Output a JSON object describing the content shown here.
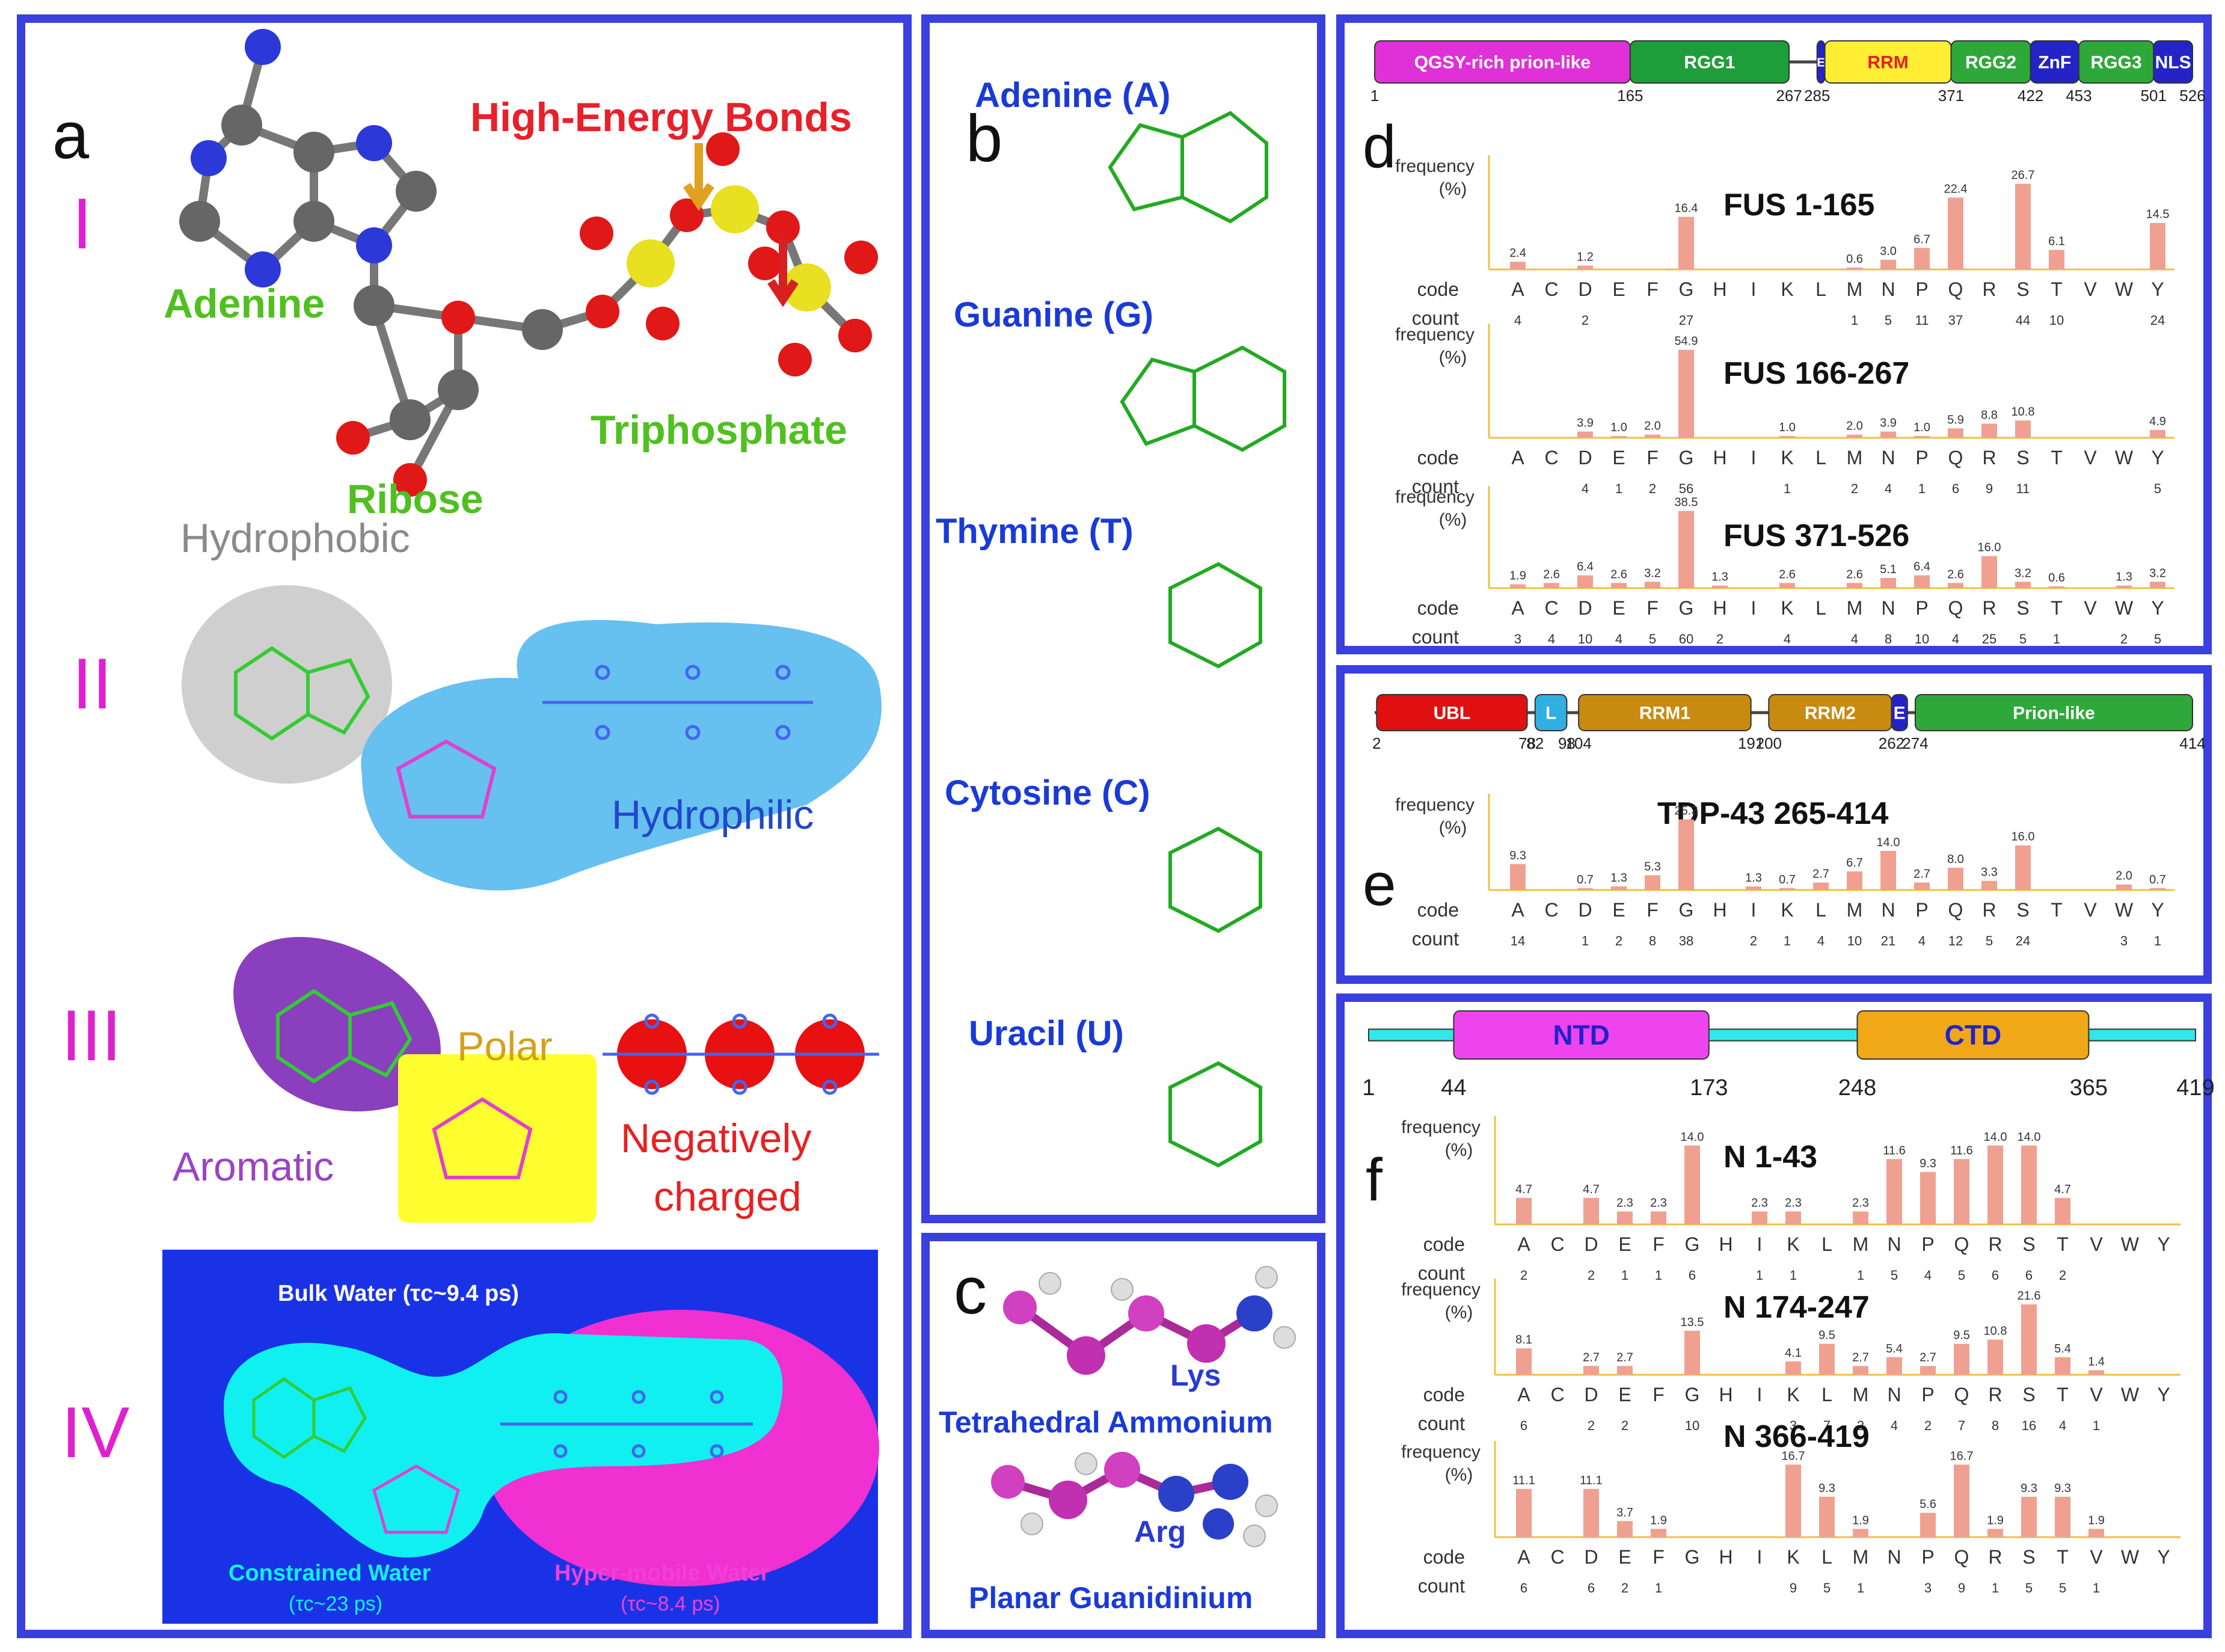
{
  "panel_a": {
    "letter": "a",
    "rows": [
      "I",
      "II",
      "III",
      "IV"
    ],
    "I": {
      "adenine": "Adenine",
      "ribose": "Ribose",
      "triphosphate": "Triphosphate",
      "bonds": "High-Energy Bonds"
    },
    "II": {
      "hydrophobic": "Hydrophobic",
      "hydrophilic": "Hydrophilic"
    },
    "III": {
      "aromatic": "Aromatic",
      "polar": "Polar",
      "negative1": "Negatively",
      "negative2": "charged"
    },
    "IV": {
      "bulk": "Bulk Water (τc~9.4 ps)",
      "constrained": "Constrained Water",
      "constrained_tau": "(τc~23 ps)",
      "hyper": "Hyper-mobile Water",
      "hyper_tau": "(τc~8.4 ps)"
    }
  },
  "panel_b": {
    "letter": "b",
    "bases": [
      "Adenine (A)",
      "Guanine (G)",
      "Thymine (T)",
      "Cytosine (C)",
      "Uracil (U)"
    ]
  },
  "panel_c": {
    "letter": "c",
    "lys": "Lys",
    "lys_desc": "Tetrahedral Ammonium",
    "arg": "Arg",
    "arg_desc": "Planar Guanidinium"
  },
  "amino_codes": [
    "A",
    "C",
    "D",
    "E",
    "F",
    "G",
    "H",
    "I",
    "K",
    "L",
    "M",
    "N",
    "P",
    "Q",
    "R",
    "S",
    "T",
    "V",
    "W",
    "Y"
  ],
  "code_label": "code",
  "count_label": "count",
  "freq_label1": "frequency",
  "freq_label2": "(%)",
  "panel_d": {
    "letter": "d",
    "domains": [
      {
        "name": "QGSY-rich prion-like",
        "color": "#e030d8",
        "start": 1,
        "end": 165
      },
      {
        "name": "RGG1",
        "color": "#1e9e3a",
        "start": 165,
        "end": 267
      },
      {
        "name": "E",
        "color": "#2323c8",
        "start": 285,
        "end": 290
      },
      {
        "name": "RRM",
        "color": "#ffee33",
        "start": 290,
        "end": 371
      },
      {
        "name": "RGG2",
        "color": "#2fa83a",
        "start": 371,
        "end": 422
      },
      {
        "name": "ZnF",
        "color": "#2323c8",
        "start": 422,
        "end": 453
      },
      {
        "name": "RGG3",
        "color": "#2fa83a",
        "start": 453,
        "end": 501
      },
      {
        "name": "NLS",
        "color": "#2323c8",
        "start": 501,
        "end": 526
      }
    ],
    "ticks": [
      "1",
      "165",
      "267",
      "285",
      "371",
      "422",
      "453",
      "501",
      "526"
    ],
    "charts": [
      {
        "title": "FUS 1-165",
        "freq": [
          2.4,
          null,
          1.2,
          null,
          null,
          16.4,
          null,
          null,
          null,
          null,
          0.6,
          3.0,
          6.7,
          22.4,
          null,
          26.7,
          6.1,
          null,
          null,
          14.5
        ],
        "labels": [
          "2.4",
          "",
          "1.2",
          "",
          "",
          "16.4",
          "",
          "",
          "",
          "",
          "0.6",
          "3.0",
          "6.7",
          "22.4",
          "",
          "26.7",
          "6.1",
          "",
          "",
          "14.5"
        ],
        "counts": [
          "4",
          "",
          "2",
          "",
          "",
          "27",
          "",
          "",
          "",
          "",
          "1",
          "5",
          "11",
          "37",
          "",
          "44",
          "10",
          "",
          "",
          "24"
        ]
      },
      {
        "title": "FUS 166-267",
        "freq": [
          null,
          null,
          3.9,
          1.0,
          2.0,
          54.9,
          null,
          null,
          1.0,
          null,
          2.0,
          3.9,
          1.0,
          5.9,
          8.8,
          10.8,
          null,
          null,
          null,
          4.9
        ],
        "labels": [
          "",
          "",
          "3.9",
          "1.0",
          "2.0",
          "54.9",
          "",
          "",
          "1.0",
          "",
          "2.0",
          "3.9",
          "1.0",
          "5.9",
          "8.8",
          "10.8",
          "",
          "",
          "",
          "4.9"
        ],
        "counts": [
          "",
          "",
          "4",
          "1",
          "2",
          "56",
          "",
          "",
          "1",
          "",
          "2",
          "4",
          "1",
          "6",
          "9",
          "11",
          "",
          "",
          "",
          "5"
        ]
      },
      {
        "title": "FUS 371-526",
        "freq": [
          1.9,
          2.6,
          6.4,
          2.6,
          3.2,
          38.5,
          1.3,
          null,
          2.6,
          null,
          2.6,
          5.1,
          6.4,
          2.6,
          16.0,
          3.2,
          0.6,
          null,
          1.3,
          3.2
        ],
        "labels": [
          "1.9",
          "2.6",
          "6.4",
          "2.6",
          "3.2",
          "38.5",
          "1.3",
          "",
          "2.6",
          "",
          "2.6",
          "5.1",
          "6.4",
          "2.6",
          "16.0",
          "3.2",
          "0.6",
          "",
          "1.3",
          "3.2"
        ],
        "counts": [
          "3",
          "4",
          "10",
          "4",
          "5",
          "60",
          "2",
          "",
          "4",
          "",
          "4",
          "8",
          "10",
          "4",
          "25",
          "5",
          "1",
          "",
          "2",
          "5"
        ]
      }
    ]
  },
  "panel_e": {
    "letter": "e",
    "domains": [
      {
        "name": "UBL",
        "color": "#e01010",
        "start": 2,
        "end": 78
      },
      {
        "name": "L",
        "color": "#30b0e0",
        "start": 82,
        "end": 98
      },
      {
        "name": "RRM1",
        "color": "#c88a10",
        "start": 104,
        "end": 191
      },
      {
        "name": "RRM2",
        "color": "#c88a10",
        "start": 200,
        "end": 262
      },
      {
        "name": "E",
        "color": "#2323c8",
        "start": 262,
        "end": 270
      },
      {
        "name": "Prion-like",
        "color": "#2fa83a",
        "start": 274,
        "end": 414
      }
    ],
    "ticks": [
      "2",
      "78",
      "82",
      "98",
      "104",
      "191",
      "200",
      "262",
      "274",
      "414"
    ],
    "charts": [
      {
        "title": "TDP-43 265-414",
        "freq": [
          9.3,
          null,
          0.7,
          1.3,
          5.3,
          25.3,
          null,
          1.3,
          0.7,
          2.7,
          6.7,
          14.0,
          2.7,
          8.0,
          3.3,
          16.0,
          null,
          null,
          2.0,
          0.7
        ],
        "labels": [
          "9.3",
          "",
          "0.7",
          "1.3",
          "5.3",
          "25.3",
          "",
          "1.3",
          "0.7",
          "2.7",
          "6.7",
          "14.0",
          "2.7",
          "8.0",
          "3.3",
          "16.0",
          "",
          "",
          "2.0",
          "0.7"
        ],
        "counts": [
          "14",
          "",
          "1",
          "2",
          "8",
          "38",
          "",
          "2",
          "1",
          "4",
          "10",
          "21",
          "4",
          "12",
          "5",
          "24",
          "",
          "",
          "3",
          "1"
        ]
      }
    ]
  },
  "panel_f": {
    "letter": "f",
    "domains": [
      {
        "name": "NTD",
        "color": "#ee44ee",
        "start": 44,
        "end": 173
      },
      {
        "name": "CTD",
        "color": "#f0a818",
        "start": 248,
        "end": 365
      }
    ],
    "ticks": [
      "1",
      "44",
      "173",
      "248",
      "365",
      "419"
    ],
    "charts": [
      {
        "title": "N 1-43",
        "freq": [
          4.7,
          null,
          4.7,
          2.3,
          2.3,
          14.0,
          null,
          2.3,
          2.3,
          null,
          2.3,
          11.6,
          9.3,
          11.6,
          14.0,
          14.0,
          4.7,
          null,
          null,
          null
        ],
        "labels": [
          "4.7",
          "",
          "4.7",
          "2.3",
          "2.3",
          "14.0",
          "",
          "2.3",
          "2.3",
          "",
          "2.3",
          "11.6",
          "9.3",
          "11.6",
          "14.0",
          "14.0",
          "4.7",
          "",
          "",
          ""
        ],
        "counts": [
          "2",
          "",
          "2",
          "1",
          "1",
          "6",
          "",
          "1",
          "1",
          "",
          "1",
          "5",
          "4",
          "5",
          "6",
          "6",
          "2",
          "",
          "",
          ""
        ]
      },
      {
        "title": "N 174-247",
        "freq": [
          8.1,
          null,
          2.7,
          2.7,
          null,
          13.5,
          null,
          null,
          4.1,
          9.5,
          2.7,
          5.4,
          2.7,
          9.5,
          10.8,
          21.6,
          5.4,
          1.4,
          null,
          null
        ],
        "labels": [
          "8.1",
          "",
          "2.7",
          "2.7",
          "",
          "13.5",
          "",
          "",
          "4.1",
          "9.5",
          "2.7",
          "5.4",
          "2.7",
          "9.5",
          "10.8",
          "21.6",
          "5.4",
          "1.4",
          "",
          ""
        ],
        "counts": [
          "6",
          "",
          "2",
          "2",
          "",
          "10",
          "",
          "",
          "3",
          "7",
          "2",
          "4",
          "2",
          "7",
          "8",
          "16",
          "4",
          "1",
          "",
          ""
        ]
      },
      {
        "title": "N 366-419",
        "freq": [
          11.1,
          null,
          11.1,
          3.7,
          1.9,
          null,
          null,
          null,
          16.7,
          9.3,
          1.9,
          null,
          5.6,
          16.7,
          1.9,
          9.3,
          9.3,
          1.9,
          null,
          null
        ],
        "labels": [
          "11.1",
          "",
          "11.1",
          "3.7",
          "1.9",
          "",
          "",
          "",
          "16.7",
          "9.3",
          "1.9",
          "",
          "5.6",
          "16.7",
          "1.9",
          "9.3",
          "9.3",
          "1.9",
          "",
          ""
        ],
        "counts": [
          "6",
          "",
          "6",
          "2",
          "1",
          "",
          "",
          "",
          "9",
          "5",
          "1",
          "",
          "3",
          "9",
          "1",
          "5",
          "5",
          "1",
          "",
          ""
        ]
      }
    ]
  },
  "colors": {
    "border": "#3a3fe0",
    "bar": "#f0a090",
    "axis": "#f0c040",
    "adenine_green": "#22b822",
    "magenta": "#e020d0",
    "blue_text": "#1a3ad8"
  }
}
